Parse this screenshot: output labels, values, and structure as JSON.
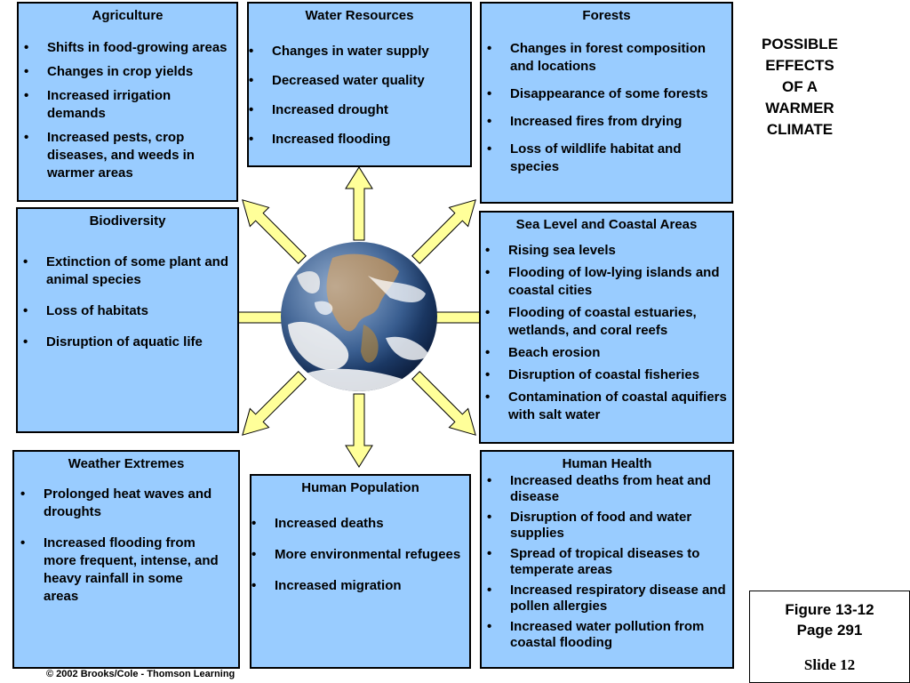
{
  "title": [
    "POSSIBLE",
    "EFFECTS",
    "OF A",
    "WARMER",
    "CLIMATE"
  ],
  "boxes": {
    "agriculture": {
      "title": "Agriculture",
      "items": [
        "Shifts in food-growing areas",
        "Changes in crop yields",
        "Increased irrigation demands",
        "Increased pests, crop diseases, and weeds in warmer areas"
      ]
    },
    "water": {
      "title": "Water Resources",
      "items": [
        "Changes in water supply",
        "Decreased water quality",
        "Increased drought",
        "Increased flooding"
      ]
    },
    "forests": {
      "title": "Forests",
      "items": [
        "Changes in forest composition and locations",
        "Disappearance of some forests",
        "Increased fires from drying",
        "Loss of wildlife habitat and species"
      ]
    },
    "biodiversity": {
      "title": "Biodiversity",
      "items": [
        "Extinction of some plant and animal species",
        "Loss of habitats",
        "Disruption of aquatic life"
      ]
    },
    "sealevel": {
      "title": "Sea Level and Coastal Areas",
      "items": [
        "Rising sea levels",
        "Flooding of low-lying islands and coastal cities",
        "Flooding of coastal estuaries, wetlands, and coral reefs",
        "Beach erosion",
        "Disruption of coastal fisheries",
        "Contamination of coastal aquifiers with salt water"
      ]
    },
    "weather": {
      "title": "Weather Extremes",
      "items": [
        "Prolonged heat waves and droughts",
        "Increased flooding from more frequent, intense, and heavy rainfall in some areas"
      ]
    },
    "population": {
      "title": "Human Population",
      "items": [
        "Increased deaths",
        "More environmental refugees",
        "Increased migration"
      ]
    },
    "health": {
      "title": "Human Health",
      "items": [
        "Increased deaths from heat and disease",
        "Disruption of food and water supplies",
        "Spread of tropical diseases to temperate areas",
        "Increased respiratory disease and pollen allergies",
        "Increased water pollution from coastal flooding"
      ]
    }
  },
  "figure": {
    "label": "Figure 13-12",
    "page": "Page 291",
    "slide": "Slide 12"
  },
  "copyright": "© 2002 Brooks/Cole - Thomson Learning",
  "colors": {
    "box_fill": "#99ccff",
    "arrow_fill": "#ffff99"
  },
  "icons": {
    "center": "earth-globe-icon"
  }
}
